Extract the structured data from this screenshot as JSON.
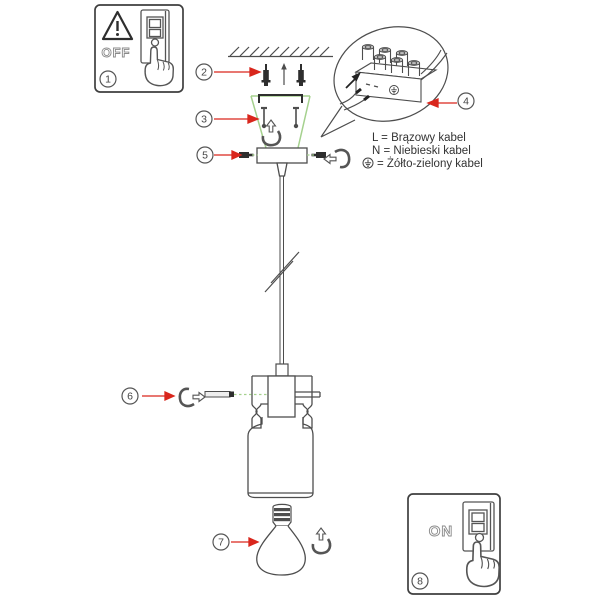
{
  "diagram": "pendant-lamp-assembly-instructions",
  "panel_off": {
    "step": "1",
    "label": "OFF"
  },
  "panel_on": {
    "step": "8",
    "label": "ON"
  },
  "steps": {
    "s1": "1",
    "s2": "2",
    "s3": "3",
    "s4": "4",
    "s5": "5",
    "s6": "6",
    "s7": "7",
    "s8": "8"
  },
  "legend": {
    "live": "L = Brązowy kabel",
    "neutral": "N = Niebieski kabel",
    "earth": "= Żółto-zielony kabel"
  },
  "colors": {
    "line": "#4d4d4d",
    "accent_red": "#d9261c",
    "accent_green": "#a5d18e",
    "black_part": "#2e2e2e"
  },
  "icons": {
    "warning": "triangle-exclamation",
    "rotate": "curved-turn-arrow",
    "hand": "pressing-hand",
    "earth": "earth-ground-symbol",
    "insert": "up-arrow"
  }
}
